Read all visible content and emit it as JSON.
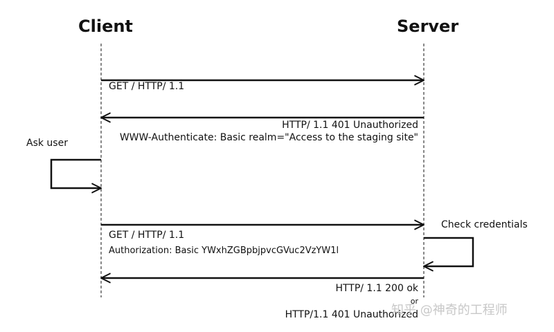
{
  "participants": {
    "client": "Client",
    "server": "Server"
  },
  "messages": {
    "request1": "GET / HTTP/ 1.1",
    "response1_status": "HTTP/ 1.1 401 Unauthorized",
    "response1_header": "WWW-Authenticate: Basic realm=\"Access to the staging site\"",
    "request2": "GET / HTTP/ 1.1",
    "request2_header": "Authorization: Basic YWxhZGBpbjpvcGVuc2VzYW1l",
    "response2_ok": "HTTP/ 1.1   200 ok",
    "response2_or": "or",
    "response2_unauthorized": "HTTP/1.1   401 Unauthorized"
  },
  "self_actions": {
    "ask_user": "Ask user",
    "check_credentials": "Check credentials"
  },
  "watermark": "知乎 @神奇的工程师",
  "colors": {
    "line": "#111111",
    "text": "#111111",
    "watermark": "#c8c8c8"
  }
}
